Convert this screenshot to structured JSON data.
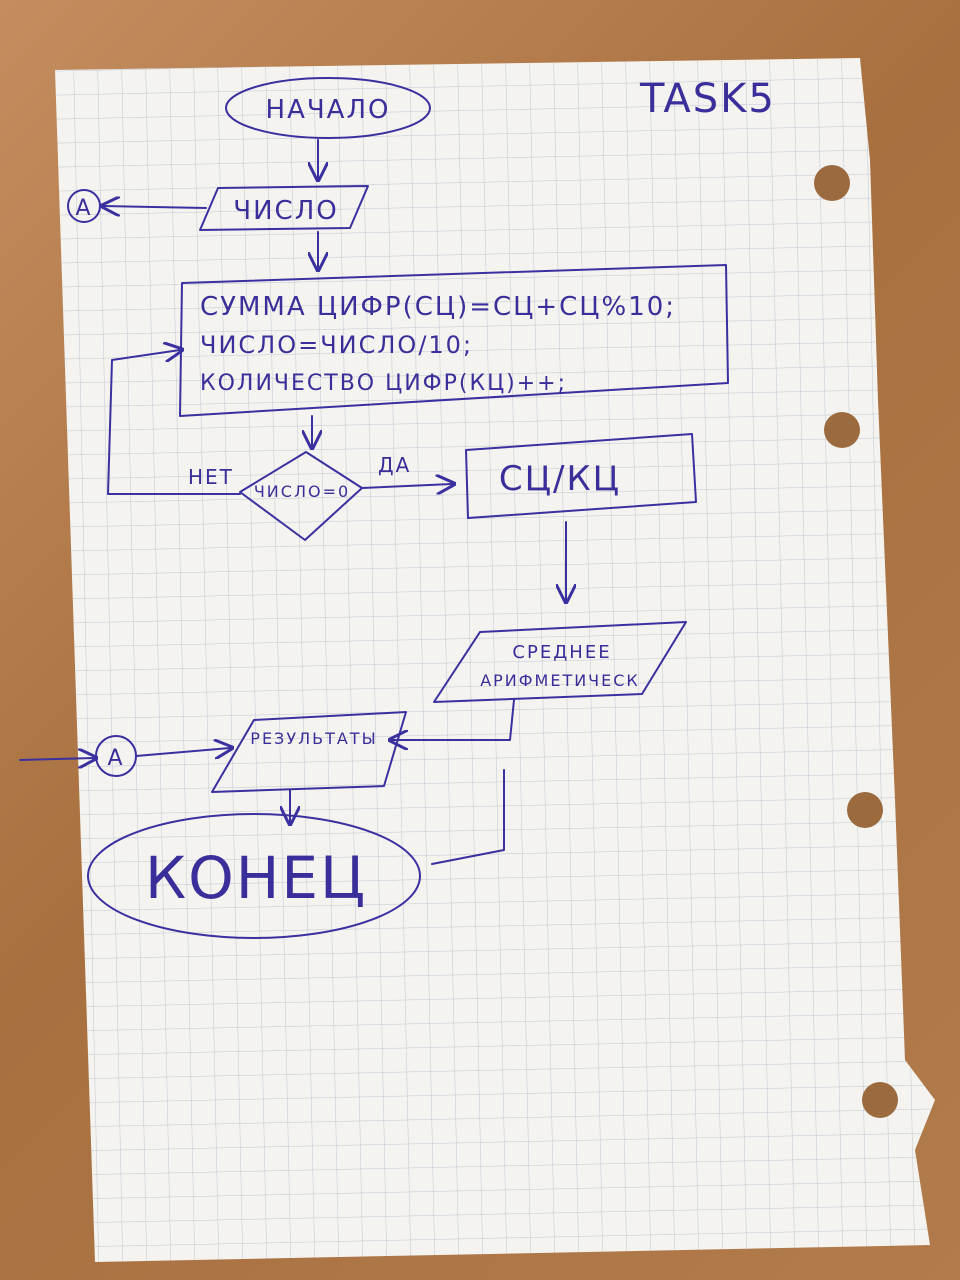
{
  "task_label": "TASK5",
  "connector_label": "A",
  "nodes": {
    "start": "НАЧАЛО",
    "input": "ЧИСЛО",
    "process_lines": [
      "СУММА ЦИФР(СЦ)=СЦ+СЦ%10;",
      "ЧИСЛО=ЧИСЛО/10;",
      "КОЛИЧЕСТВО ЦИФР(КЦ)++;"
    ],
    "decision": "ЧИСЛО=0",
    "division": "СЦ/КЦ",
    "average_lines": [
      "СРЕДНЕЕ",
      "АРИФМЕТИЧЕСК"
    ],
    "results": "РЕЗУЛЬТАТЫ",
    "end": "КОНЕЦ"
  },
  "edges": {
    "no_label": "НЕТ",
    "yes_label": "ДА"
  },
  "colors": {
    "ink": "#3a2e9a",
    "paper": "#f4f3ef",
    "grid": "#b9c2cf",
    "table": "#b07a4e"
  }
}
